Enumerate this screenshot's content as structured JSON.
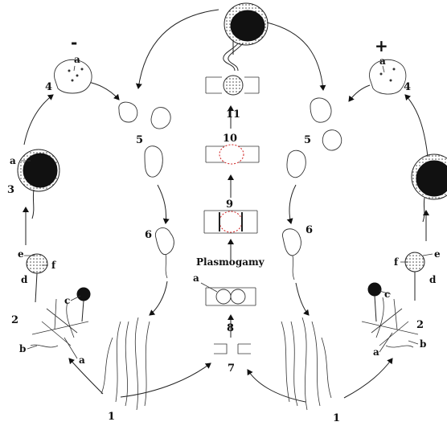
{
  "diagram": {
    "center_label": "Plasmogamy",
    "signs": {
      "minus": "-",
      "plus": "+"
    },
    "steps": {
      "s1": "1",
      "s2": "2",
      "s3": "3",
      "s4": "4",
      "s5": "5",
      "s6": "6",
      "s7": "7",
      "s8": "8",
      "s9": "9",
      "s10": "10",
      "s11": "11"
    },
    "letters": {
      "a": "a",
      "b": "b",
      "c": "c",
      "d": "d",
      "e": "e",
      "f": "f"
    },
    "colors": {
      "ink": "#111111",
      "highlight": "#d02020"
    }
  }
}
